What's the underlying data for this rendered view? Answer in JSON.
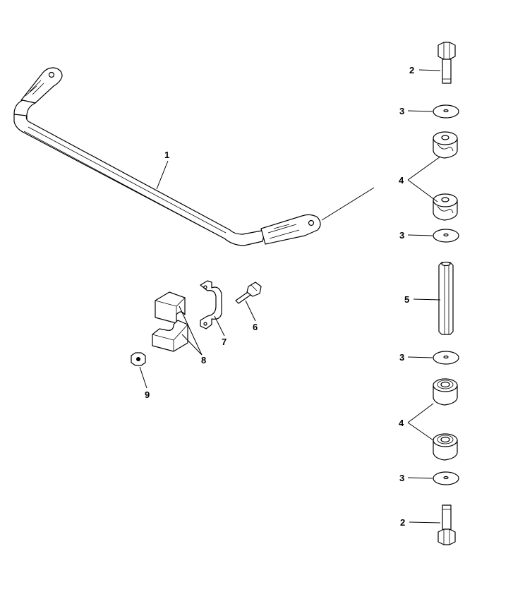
{
  "callouts": {
    "c1": "1",
    "c2a": "2",
    "c2b": "2",
    "c3a": "3",
    "c3b": "3",
    "c3c": "3",
    "c3d": "3",
    "c4a": "4",
    "c4b": "4",
    "c5": "5",
    "c6": "6",
    "c7": "7",
    "c8": "8",
    "c9": "9"
  },
  "colors": {
    "line": "#000000",
    "background": "#ffffff"
  }
}
